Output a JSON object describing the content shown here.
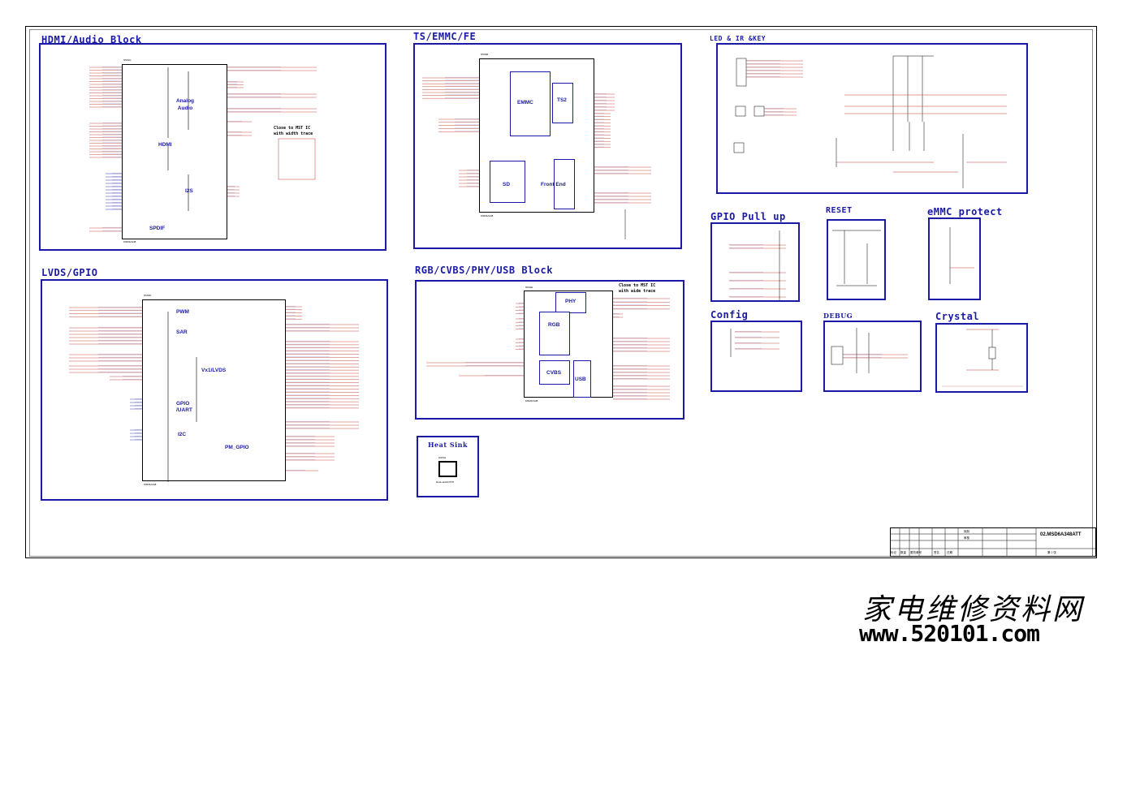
{
  "blocks": {
    "hdmi_audio": {
      "title": "HDMI/Audio Block",
      "chip": "MSD6A348",
      "ref": "N501G",
      "sections": [
        "Analog Audio",
        "HDMI",
        "I2S",
        "SPDIF"
      ],
      "note": "Close to MST IC with width trace"
    },
    "ts_emmc_fe": {
      "title": "TS/EMMC/FE",
      "chip": "MSD6A348",
      "ref": "N501B",
      "sections": [
        "EMMC",
        "TS2",
        "SD",
        "Front End"
      ]
    },
    "led_ir_key": {
      "title": "LED & IR &KEY"
    },
    "lvds_gpio": {
      "title": "LVDS/GPIO",
      "chip": "MSD6A348",
      "ref": "N501D",
      "sections": [
        "PWM",
        "SAR",
        "Vx1/LVDS",
        "GPIO /UART",
        "I2C",
        "PM_GPIO"
      ]
    },
    "rgb_cvbs": {
      "title": "RGB/CVBS/PHY/USB Block",
      "chip": "MSD6A348",
      "ref": "N501E",
      "sections": [
        "PHY",
        "RGB",
        "CVBS",
        "USB"
      ],
      "note": "Close to MST IC with wide trace"
    },
    "heat_sink": {
      "title": "Heat Sink",
      "ref": "HS501",
      "part": "Heat-sink2OX78"
    },
    "gpio_pullup": {
      "title": "GPIO Pull up"
    },
    "reset": {
      "title": "RESET"
    },
    "emmc_protect": {
      "title": "eMMC protect"
    },
    "config": {
      "title": "Config"
    },
    "debug": {
      "title": "DEBUG"
    },
    "crystal": {
      "title": "Crystal"
    }
  },
  "title_block": {
    "drawing_number": "02.MSD6A348ATT",
    "rows": [
      "标记",
      "数量",
      "更改单号",
      "签名",
      "日期"
    ],
    "labels": [
      "拟制",
      "审核"
    ],
    "sheet": "第 2 张"
  },
  "watermark": {
    "cn": "家电维修资料网",
    "url": "www.520101.com"
  }
}
